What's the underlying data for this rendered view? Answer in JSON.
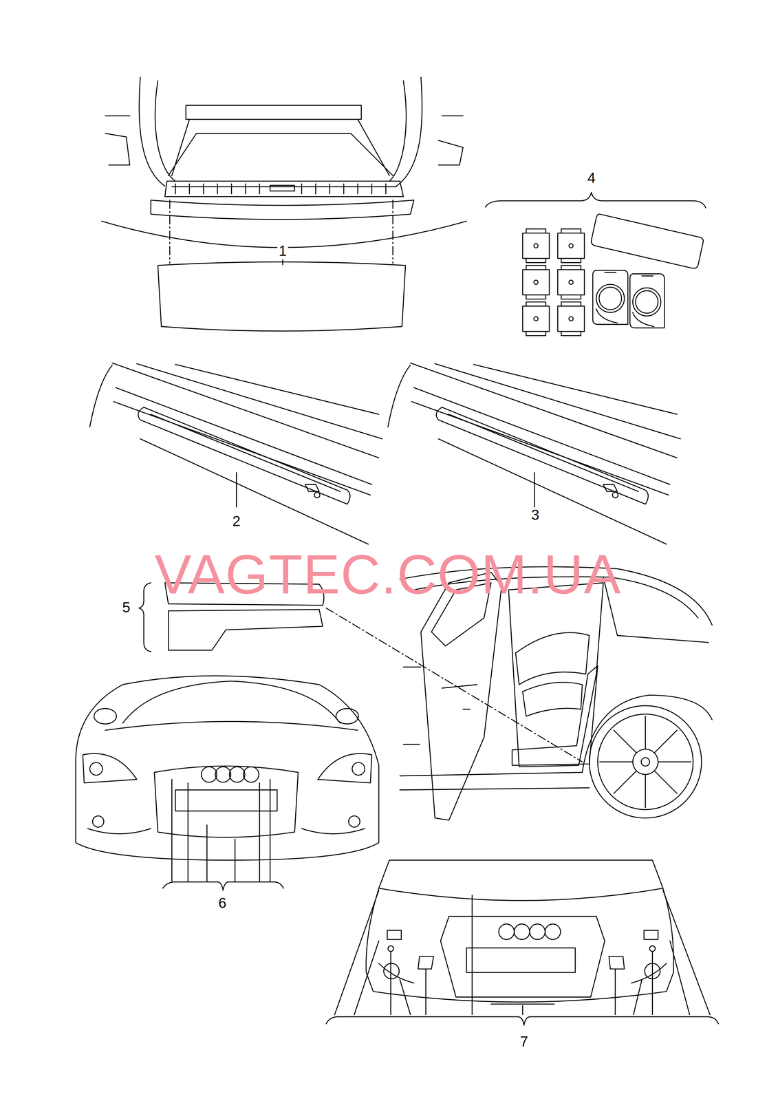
{
  "diagram": {
    "labels": [
      "1",
      "4",
      "2",
      "3",
      "VAGTEC.COM.UA",
      "5",
      "6",
      "7"
    ]
  }
}
